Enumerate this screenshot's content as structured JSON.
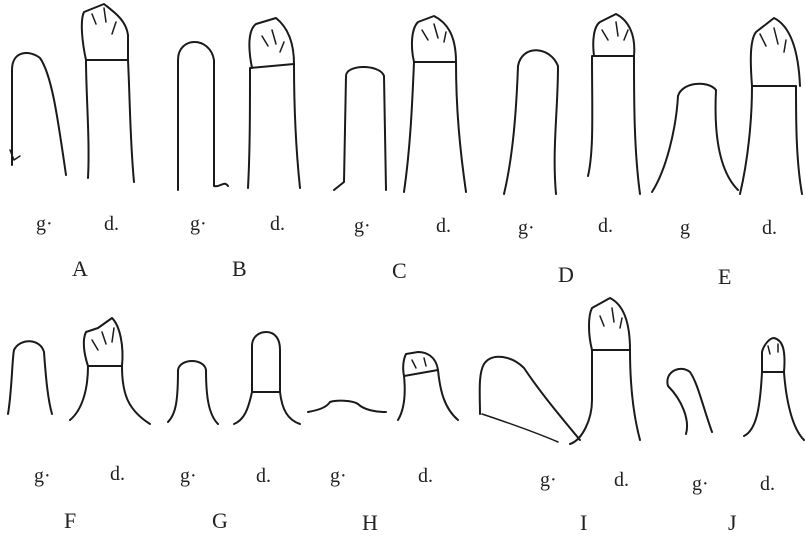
{
  "figures": [
    {
      "letter": "A",
      "g": "g·",
      "d": "d."
    },
    {
      "letter": "B",
      "g": "g·",
      "d": "d."
    },
    {
      "letter": "C",
      "g": "g·",
      "d": "d."
    },
    {
      "letter": "D",
      "g": "g·",
      "d": "d."
    },
    {
      "letter": "E",
      "g": "g",
      "d": "d."
    },
    {
      "letter": "F",
      "g": "g·",
      "d": "d."
    },
    {
      "letter": "G",
      "g": "g·",
      "d": "d."
    },
    {
      "letter": "H",
      "g": "g·",
      "d": "d."
    },
    {
      "letter": "I",
      "g": "g·",
      "d": "d."
    },
    {
      "letter": "J",
      "g": "g·",
      "d": "d."
    }
  ]
}
